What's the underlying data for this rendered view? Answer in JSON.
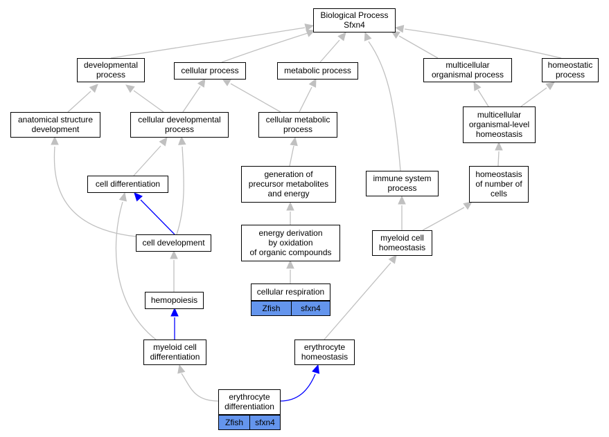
{
  "colors": {
    "node_fill": "#ffffff",
    "node_border": "#000000",
    "annotation_fill": "#6495ed",
    "is_a_edge": "#c0c0c0",
    "part_of_edge": "#0000ff"
  },
  "nodes": {
    "root": [
      "Biological Process",
      "Sfxn4"
    ],
    "developmental_process": [
      "developmental",
      "process"
    ],
    "cellular_process": [
      "cellular process"
    ],
    "metabolic_process": [
      "metabolic process"
    ],
    "multicellular_organismal_process": [
      "multicellular",
      "organismal process"
    ],
    "homeostatic_process": [
      "homeostatic",
      "process"
    ],
    "anatomical_structure_development": [
      "anatomical structure",
      "development"
    ],
    "cellular_developmental_process": [
      "cellular developmental",
      "process"
    ],
    "cellular_metabolic_process": [
      "cellular metabolic",
      "process"
    ],
    "multicellular_organismal_level_homeostasis": [
      "multicellular",
      "organismal-level",
      "homeostasis"
    ],
    "cell_differentiation": [
      "cell differentiation"
    ],
    "generation_of_precursor_metabolites": [
      "generation of",
      "precursor metabolites",
      "and energy"
    ],
    "immune_system_process": [
      "immune system",
      "process"
    ],
    "homeostasis_of_number_of_cells": [
      "homeostasis",
      "of number of",
      "cells"
    ],
    "cell_development": [
      "cell development"
    ],
    "energy_derivation": [
      "energy derivation",
      "by oxidation",
      "of organic compounds"
    ],
    "myeloid_cell_homeostasis": [
      "myeloid cell",
      "homeostasis"
    ],
    "cellular_respiration": [
      "cellular respiration"
    ],
    "hemopoiesis": [
      "hemopoiesis"
    ],
    "myeloid_cell_differentiation": [
      "myeloid cell",
      "differentiation"
    ],
    "erythrocyte_homeostasis": [
      "erythrocyte",
      "homeostasis"
    ],
    "erythrocyte_differentiation": [
      "erythrocyte",
      "differentiation"
    ]
  },
  "annotations": {
    "cellular_respiration": {
      "organism": "Zfish",
      "gene": "sfxn4"
    },
    "erythrocyte_differentiation": {
      "organism": "Zfish",
      "gene": "sfxn4"
    }
  },
  "edges": [
    {
      "from": "developmental_process",
      "to": "root",
      "relation": "is_a"
    },
    {
      "from": "cellular_process",
      "to": "root",
      "relation": "is_a"
    },
    {
      "from": "metabolic_process",
      "to": "root",
      "relation": "is_a"
    },
    {
      "from": "immune_system_process",
      "to": "root",
      "relation": "is_a"
    },
    {
      "from": "multicellular_organismal_process",
      "to": "root",
      "relation": "is_a"
    },
    {
      "from": "homeostatic_process",
      "to": "root",
      "relation": "is_a"
    },
    {
      "from": "anatomical_structure_development",
      "to": "developmental_process",
      "relation": "is_a"
    },
    {
      "from": "cellular_developmental_process",
      "to": "developmental_process",
      "relation": "is_a"
    },
    {
      "from": "cellular_developmental_process",
      "to": "cellular_process",
      "relation": "is_a"
    },
    {
      "from": "cellular_metabolic_process",
      "to": "cellular_process",
      "relation": "is_a"
    },
    {
      "from": "cellular_metabolic_process",
      "to": "metabolic_process",
      "relation": "is_a"
    },
    {
      "from": "multicellular_organismal_level_homeostasis",
      "to": "multicellular_organismal_process",
      "relation": "is_a"
    },
    {
      "from": "multicellular_organismal_level_homeostasis",
      "to": "homeostatic_process",
      "relation": "is_a"
    },
    {
      "from": "cell_differentiation",
      "to": "cellular_developmental_process",
      "relation": "is_a"
    },
    {
      "from": "generation_of_precursor_metabolites",
      "to": "cellular_metabolic_process",
      "relation": "is_a"
    },
    {
      "from": "homeostasis_of_number_of_cells",
      "to": "multicellular_organismal_level_homeostasis",
      "relation": "is_a"
    },
    {
      "from": "cell_development",
      "to": "anatomical_structure_development",
      "relation": "is_a"
    },
    {
      "from": "cell_development",
      "to": "cellular_developmental_process",
      "relation": "is_a"
    },
    {
      "from": "cell_development",
      "to": "cell_differentiation",
      "relation": "part_of"
    },
    {
      "from": "energy_derivation",
      "to": "generation_of_precursor_metabolites",
      "relation": "is_a"
    },
    {
      "from": "myeloid_cell_homeostasis",
      "to": "immune_system_process",
      "relation": "is_a"
    },
    {
      "from": "myeloid_cell_homeostasis",
      "to": "homeostasis_of_number_of_cells",
      "relation": "is_a"
    },
    {
      "from": "cellular_respiration",
      "to": "energy_derivation",
      "relation": "is_a"
    },
    {
      "from": "hemopoiesis",
      "to": "cell_development",
      "relation": "is_a"
    },
    {
      "from": "myeloid_cell_differentiation",
      "to": "hemopoiesis",
      "relation": "part_of"
    },
    {
      "from": "myeloid_cell_differentiation",
      "to": "cell_differentiation",
      "relation": "is_a"
    },
    {
      "from": "erythrocyte_homeostasis",
      "to": "myeloid_cell_homeostasis",
      "relation": "is_a"
    },
    {
      "from": "erythrocyte_differentiation",
      "to": "myeloid_cell_differentiation",
      "relation": "is_a"
    },
    {
      "from": "erythrocyte_differentiation",
      "to": "erythrocyte_homeostasis",
      "relation": "part_of"
    }
  ]
}
